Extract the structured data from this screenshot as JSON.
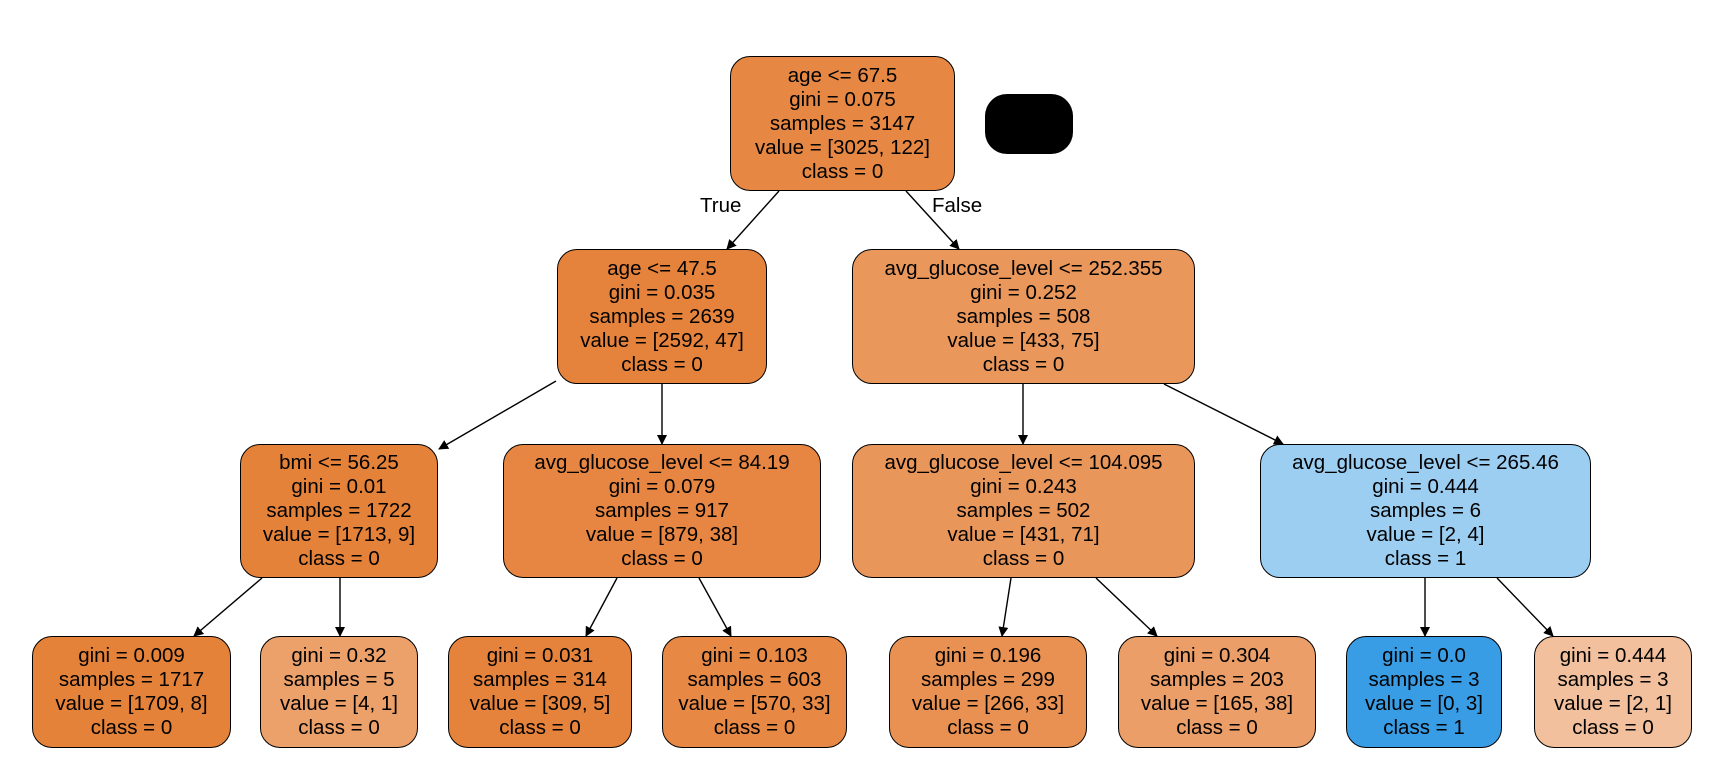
{
  "title": "Decision tree (stroke classifier)",
  "class_colors": {
    "0": "#e58139",
    "1": "#399de5"
  },
  "edge_labels": {
    "true": "True",
    "false": "False"
  },
  "nodes": [
    {
      "id": "n0",
      "split": "age <= 67.5",
      "gini": "gini = 0.075",
      "samples": "samples = 3147",
      "value": "value = [3025, 122]",
      "class": "class = 0",
      "fill": "#e68843"
    },
    {
      "id": "n1",
      "split": "age <= 47.5",
      "gini": "gini = 0.035",
      "samples": "samples = 2639",
      "value": "value = [2592, 47]",
      "class": "class = 0",
      "fill": "#e5833c"
    },
    {
      "id": "n2",
      "split": "avg_glucose_level <= 252.355",
      "gini": "gini = 0.252",
      "samples": "samples = 508",
      "value": "value = [433, 75]",
      "class": "class = 0",
      "fill": "#e9975b"
    },
    {
      "id": "n3",
      "split": "bmi <= 56.25",
      "gini": "gini = 0.01",
      "samples": "samples = 1722",
      "value": "value = [1713, 9]",
      "class": "class = 0",
      "fill": "#e5823a"
    },
    {
      "id": "n4",
      "split": "avg_glucose_level <= 84.19",
      "gini": "gini = 0.079",
      "samples": "samples = 917",
      "value": "value = [879, 38]",
      "class": "class = 0",
      "fill": "#e68642"
    },
    {
      "id": "n5",
      "split": "avg_glucose_level <= 104.095",
      "gini": "gini = 0.243",
      "samples": "samples = 502",
      "value": "value = [431, 71]",
      "class": "class = 0",
      "fill": "#e9965a"
    },
    {
      "id": "n6",
      "split": "avg_glucose_level <= 265.46",
      "gini": "gini = 0.444",
      "samples": "samples = 6",
      "value": "value = [2, 4]",
      "class": "class = 1",
      "fill": "#9ccef2"
    },
    {
      "id": "n7",
      "split": "",
      "gini": "gini = 0.009",
      "samples": "samples = 1717",
      "value": "value = [1709, 8]",
      "class": "class = 0",
      "fill": "#e5823a"
    },
    {
      "id": "n8",
      "split": "",
      "gini": "gini = 0.32",
      "samples": "samples = 5",
      "value": "value = [4, 1]",
      "class": "class = 0",
      "fill": "#eca06a"
    },
    {
      "id": "n9",
      "split": "",
      "gini": "gini = 0.031",
      "samples": "samples = 314",
      "value": "value = [309, 5]",
      "class": "class = 0",
      "fill": "#e5833c"
    },
    {
      "id": "n10",
      "split": "",
      "gini": "gini = 0.103",
      "samples": "samples = 603",
      "value": "value = [570, 33]",
      "class": "class = 0",
      "fill": "#e78845"
    },
    {
      "id": "n11",
      "split": "",
      "gini": "gini = 0.196",
      "samples": "samples = 299",
      "value": "value = [266, 33]",
      "class": "class = 0",
      "fill": "#e89152"
    },
    {
      "id": "n12",
      "split": "",
      "gini": "gini = 0.304",
      "samples": "samples = 203",
      "value": "value = [165, 38]",
      "class": "class = 0",
      "fill": "#eb9e67"
    },
    {
      "id": "n13",
      "split": "",
      "gini": "gini = 0.0",
      "samples": "samples = 3",
      "value": "value = [0, 3]",
      "class": "class = 1",
      "fill": "#399de5"
    },
    {
      "id": "n14",
      "split": "",
      "gini": "gini = 0.444",
      "samples": "samples = 3",
      "value": "value = [2, 1]",
      "class": "class = 0",
      "fill": "#f2c09c"
    }
  ],
  "edges": [
    [
      "n0",
      "n1"
    ],
    [
      "n0",
      "n2"
    ],
    [
      "n1",
      "n3"
    ],
    [
      "n1",
      "n4"
    ],
    [
      "n2",
      "n5"
    ],
    [
      "n2",
      "n6"
    ],
    [
      "n3",
      "n7"
    ],
    [
      "n3",
      "n8"
    ],
    [
      "n4",
      "n9"
    ],
    [
      "n4",
      "n10"
    ],
    [
      "n5",
      "n11"
    ],
    [
      "n5",
      "n12"
    ],
    [
      "n6",
      "n13"
    ],
    [
      "n6",
      "n14"
    ]
  ]
}
